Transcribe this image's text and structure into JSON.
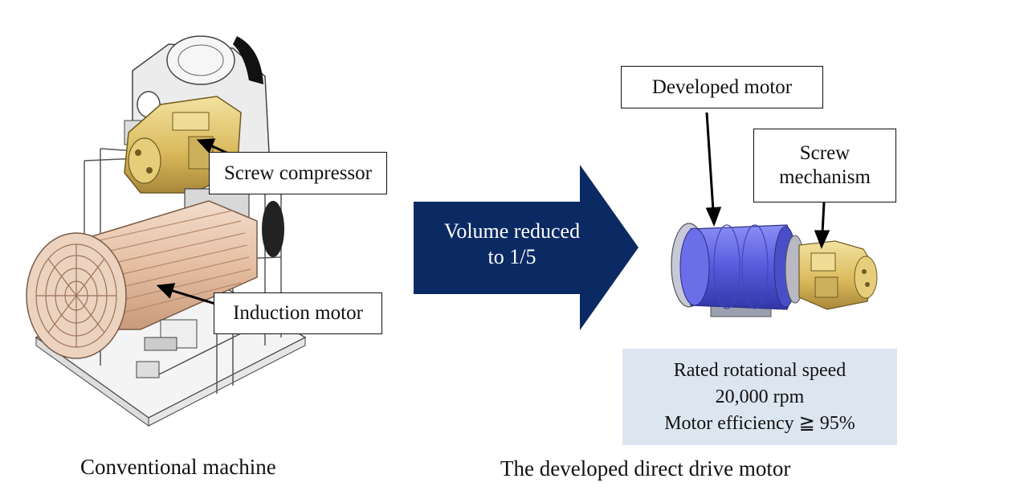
{
  "labels": {
    "screw_compressor": "Screw compressor",
    "induction_motor": "Induction motor",
    "developed_motor": "Developed motor",
    "screw_mechanism_line1": "Screw",
    "screw_mechanism_line2": "mechanism"
  },
  "arrow": {
    "line1": "Volume reduced",
    "line2": "to 1/5"
  },
  "specs": {
    "line1": "Rated rotational speed",
    "line2": "20,000 rpm",
    "line3": "Motor efficiency ≧ 95%"
  },
  "captions": {
    "left": "Conventional machine",
    "right": "The developed direct drive motor"
  },
  "colors": {
    "arrow": "#0b2a63",
    "spec_background": "#dce6f1",
    "motor_blue": "#5b5fe0",
    "screw_gold": "#e0c46a",
    "induction_tan": "#e8c7ae"
  }
}
